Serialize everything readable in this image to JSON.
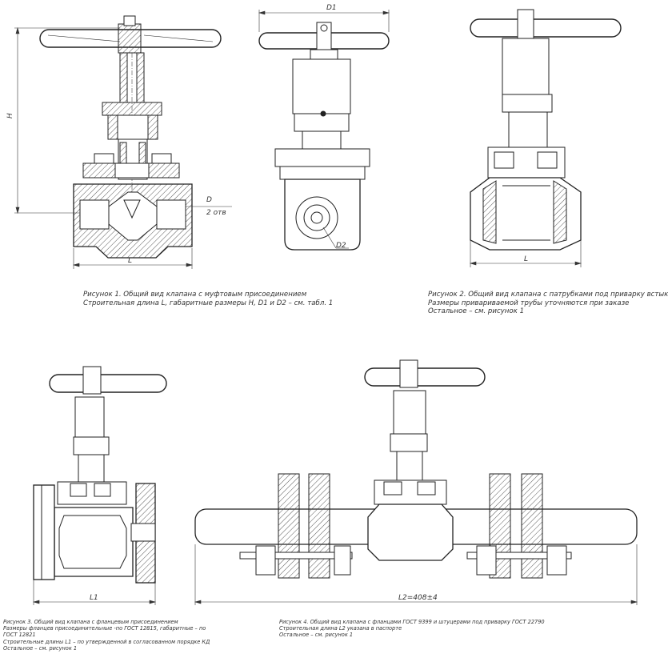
{
  "figure1": {
    "dimensions": {
      "height": "H",
      "length": "L",
      "port_d": "D",
      "port_note": "2 отв"
    },
    "caption": [
      "Рисунок 1. Общий вид клапана с муфтовым присоединением",
      "Строительная длина L, габаритные размеры H, D1 и D2 – см. табл. 1"
    ]
  },
  "figure_side": {
    "dimensions": {
      "d1": "D1",
      "d2": "D2"
    }
  },
  "figure2": {
    "dimensions": {
      "length": "L"
    },
    "caption": [
      "Рисунок 2. Общий вид клапана с патрубками под приварку встык",
      "Размеры привариваемой трубы уточняются при заказе",
      "Остальное – см. рисунок 1"
    ]
  },
  "figure3": {
    "dimensions": {
      "l1": "L1"
    },
    "caption": [
      "Рисунок 3. Общий вид клапана с фланцевым присоединением",
      "Размеры фланцев присоединительные -по ГОСТ 12815, габаритные – по",
      "ГОСТ 12821",
      "Строительные длины L1 – по утвержденной в согласованном порядке КД",
      "Остальное – см. рисунок 1"
    ]
  },
  "figure4": {
    "dimensions": {
      "l2": "L2=408±4"
    },
    "caption": [
      "Рисунок 4. Общий вид клапана с фланцами ГОСТ 9399 и штуцерами под приварку ГОСТ 22790",
      "Строительная длина L2 указана в паспорте",
      "Остальное – см. рисунок 1"
    ]
  }
}
